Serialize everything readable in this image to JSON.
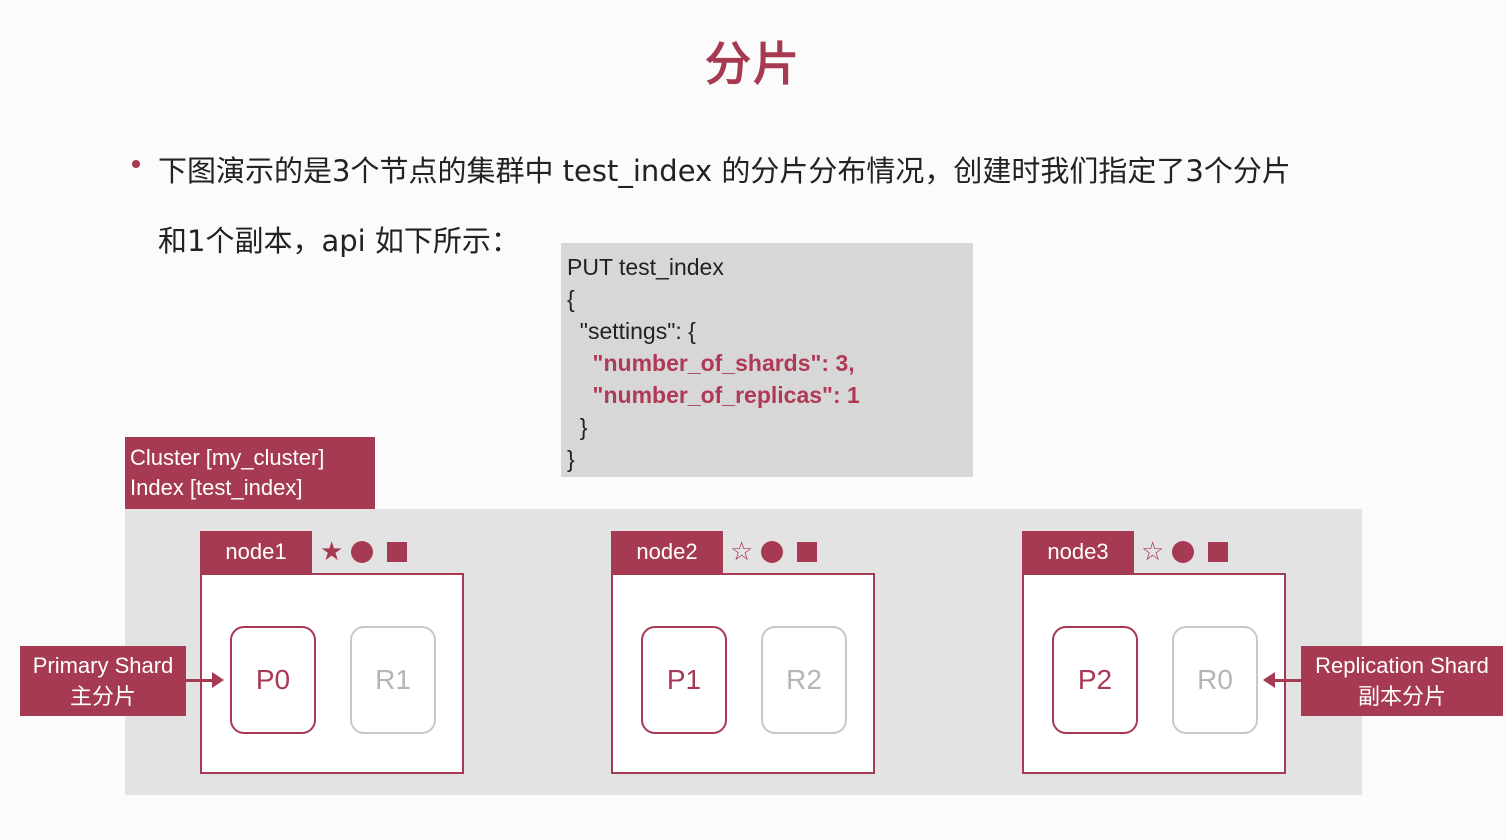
{
  "title": "分片",
  "description_line1": "下图演示的是3个节点的集群中 test_index 的分片分布情况，创建时我们指定了3个分片",
  "description_line2": "和1个副本，api 如下所示：",
  "code": {
    "line1": "PUT test_index",
    "line2": "{",
    "line3": "  \"settings\": {",
    "line4": "    \"number_of_shards\": 3,",
    "line5": "    \"number_of_replicas\": 1",
    "line6": "  }",
    "line7": "}"
  },
  "cluster": {
    "line1": "Cluster [my_cluster]",
    "line2": "Index [test_index]"
  },
  "nodes": [
    {
      "name": "node1",
      "master": true,
      "primary": "P0",
      "replica": "R1"
    },
    {
      "name": "node2",
      "master": false,
      "primary": "P1",
      "replica": "R2"
    },
    {
      "name": "node3",
      "master": false,
      "primary": "P2",
      "replica": "R0"
    }
  ],
  "primary_label": {
    "en": "Primary Shard",
    "zh": "主分片"
  },
  "replica_label": {
    "en": "Replication Shard",
    "zh": "副本分片"
  },
  "colors": {
    "accent": "#a63a52",
    "code_bg": "#d7d7d7",
    "cluster_bg": "#e3e3e3"
  },
  "icons": {
    "master": "star-filled",
    "eligible": "star-outline",
    "data": "circle",
    "ingest": "square"
  }
}
